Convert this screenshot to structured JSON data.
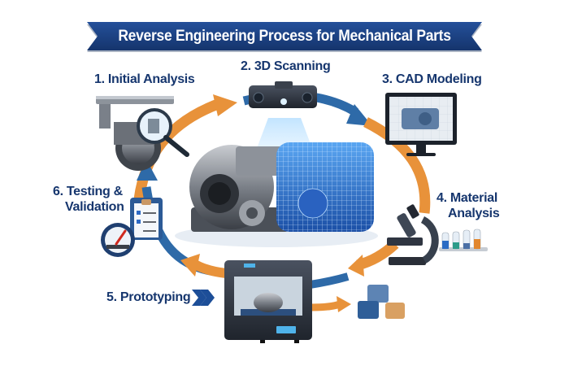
{
  "title": "Reverse Engineering Process for Mechanical Parts",
  "colors": {
    "banner": "#1b3f7f",
    "label_text": "#16366e",
    "arrow_orange": "#e8923a",
    "arrow_blue": "#2e6aa8",
    "wireframe_blue": "#2f7fdc",
    "metal_gray": "#6b6f76"
  },
  "steps": [
    {
      "number": 1,
      "label": "1. Initial Analysis",
      "icon": "caliper-magnifier-icon"
    },
    {
      "number": 2,
      "label": "2. 3D Scanning",
      "icon": "3d-scanner-icon"
    },
    {
      "number": 3,
      "label": "3. CAD Modeling",
      "icon": "cad-monitor-icon"
    },
    {
      "number": 4,
      "label_line1": "4. Material",
      "label_line2": "Analysis",
      "icon": "microscope-test-tubes-icon"
    },
    {
      "number": 5,
      "label": "5. Prototyping",
      "icon": "3d-printer-icon"
    },
    {
      "number": 6,
      "label_line1": "6. Testing &",
      "label_line2": "Validation",
      "icon": "gauge-clipboard-icon"
    }
  ],
  "center": {
    "icon": "mechanical-part-to-wireframe-icon"
  }
}
